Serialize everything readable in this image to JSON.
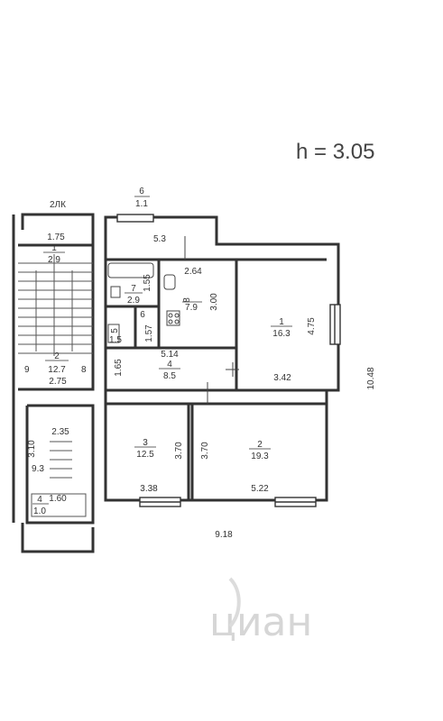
{
  "header": {
    "ceiling_height": "h  =  3.05"
  },
  "watermark": {
    "text": "циан"
  },
  "top_labels": {
    "balcony_top": "2ЛК",
    "fraction6_num": "6",
    "fraction6_den": "1.1"
  },
  "rooms": {
    "room1": {
      "num": "1",
      "area": "16.3",
      "dim_v": "4.75",
      "dim_h": "3.42"
    },
    "room2": {
      "num": "2",
      "area": "19.3",
      "dim_v": "3.70",
      "dim_h": "5.22"
    },
    "room3": {
      "num": "3",
      "area": "12.5",
      "dim_v": "3.70",
      "dim_h": "3.38"
    },
    "room4": {
      "num": "4",
      "area": "8.5",
      "dim_h": "5.14",
      "dim_v": "1.65"
    },
    "room7": {
      "num": "7",
      "area": "2.9",
      "dim": "1.55"
    },
    "room8": {
      "num": "8",
      "area": "7.9",
      "dim_h": "2.64",
      "dim_v": "3.00"
    },
    "room5": {
      "num": "5",
      "area": "1.5"
    },
    "room6": {
      "num": "6",
      "dim": "1.57"
    }
  },
  "stair": {
    "top_num": "1",
    "top_area": "2.9",
    "top_dim": "1.75",
    "mid_num": "2",
    "mid_area": "12.7",
    "mid_dim": "2.75",
    "left_mark": "9",
    "right_mark": "8"
  },
  "lower_left": {
    "dim_h": "2.35",
    "dim_v": "3.10",
    "area": "9.3",
    "small_num": "4",
    "small_area": "1.0",
    "small_dim": "1.60"
  },
  "outer_dims": {
    "top": "5.3",
    "right": "10.48",
    "bottom": "9.18"
  }
}
